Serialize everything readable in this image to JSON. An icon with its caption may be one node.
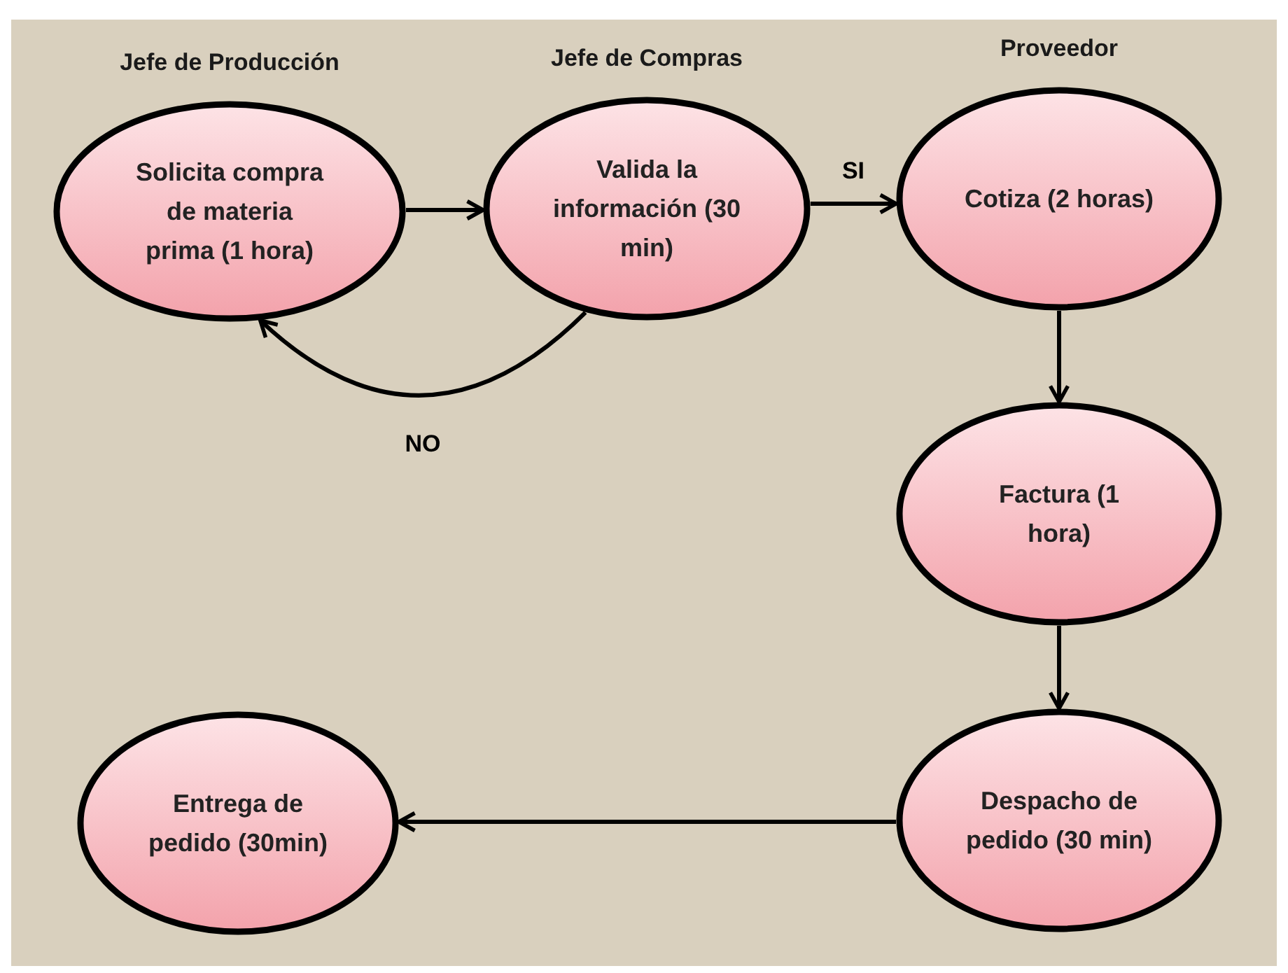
{
  "diagram": {
    "nodes": [
      {
        "text": [
          "Jefe de Producción",
          "Solicita compra de materia prima (1 hora)"
        ]
      },
      {
        "text": [
          "Jefe de Compras",
          "Valida la información (30 min)"
        ]
      },
      {
        "text": [
          "Proveedor",
          "Cotiza (2 horas)"
        ]
      },
      {
        "text": [
          "Factura (1  hora)"
        ]
      },
      {
        "text": [
          "Despacho de pedido (30 min)"
        ]
      },
      {
        "text": [
          "Entrega de pedido (30min)"
        ]
      }
    ],
    "edges": [
      {
        "from": 0,
        "to": 1,
        "arrow": "to"
      },
      {
        "from": 1,
        "to": 2,
        "arrow": "to",
        "label": "SI"
      },
      {
        "from": 1,
        "to": 0,
        "arrow": "to",
        "label": "NO"
      },
      {
        "from": 2,
        "to": 3,
        "arrow": "to"
      },
      {
        "from": 3,
        "to": 4,
        "arrow": "to"
      },
      {
        "from": 4,
        "to": 5,
        "arrow": "to"
      }
    ]
  }
}
